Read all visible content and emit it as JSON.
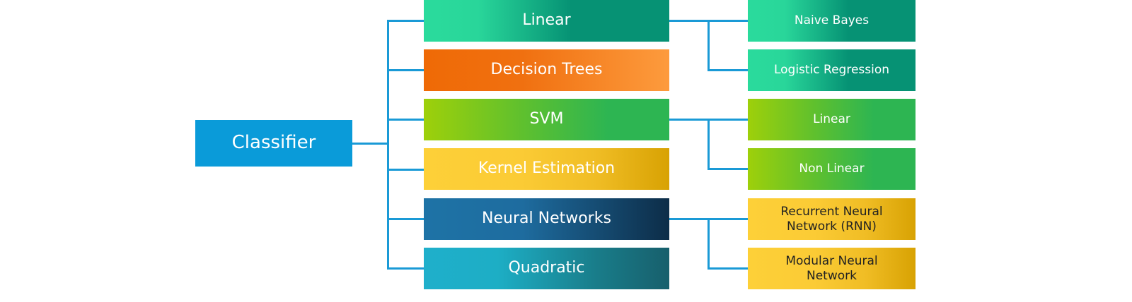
{
  "root": {
    "label": "Classifier",
    "color": "#0a9bd9"
  },
  "categories": [
    {
      "label": "Linear",
      "children": [
        "Naive Bayes",
        "Logistic Regression"
      ]
    },
    {
      "label": "Decision Trees",
      "children": []
    },
    {
      "label": "SVM",
      "children": [
        "Linear",
        "Non Linear"
      ]
    },
    {
      "label": "Kernel Estimation",
      "children": []
    },
    {
      "label": "Neural Networks",
      "children": [
        "Recurrent Neural Network (RNN)",
        "Modular Neural Network"
      ]
    },
    {
      "label": "Quadratic",
      "children": []
    }
  ],
  "connector_color": "#1a9ad6"
}
